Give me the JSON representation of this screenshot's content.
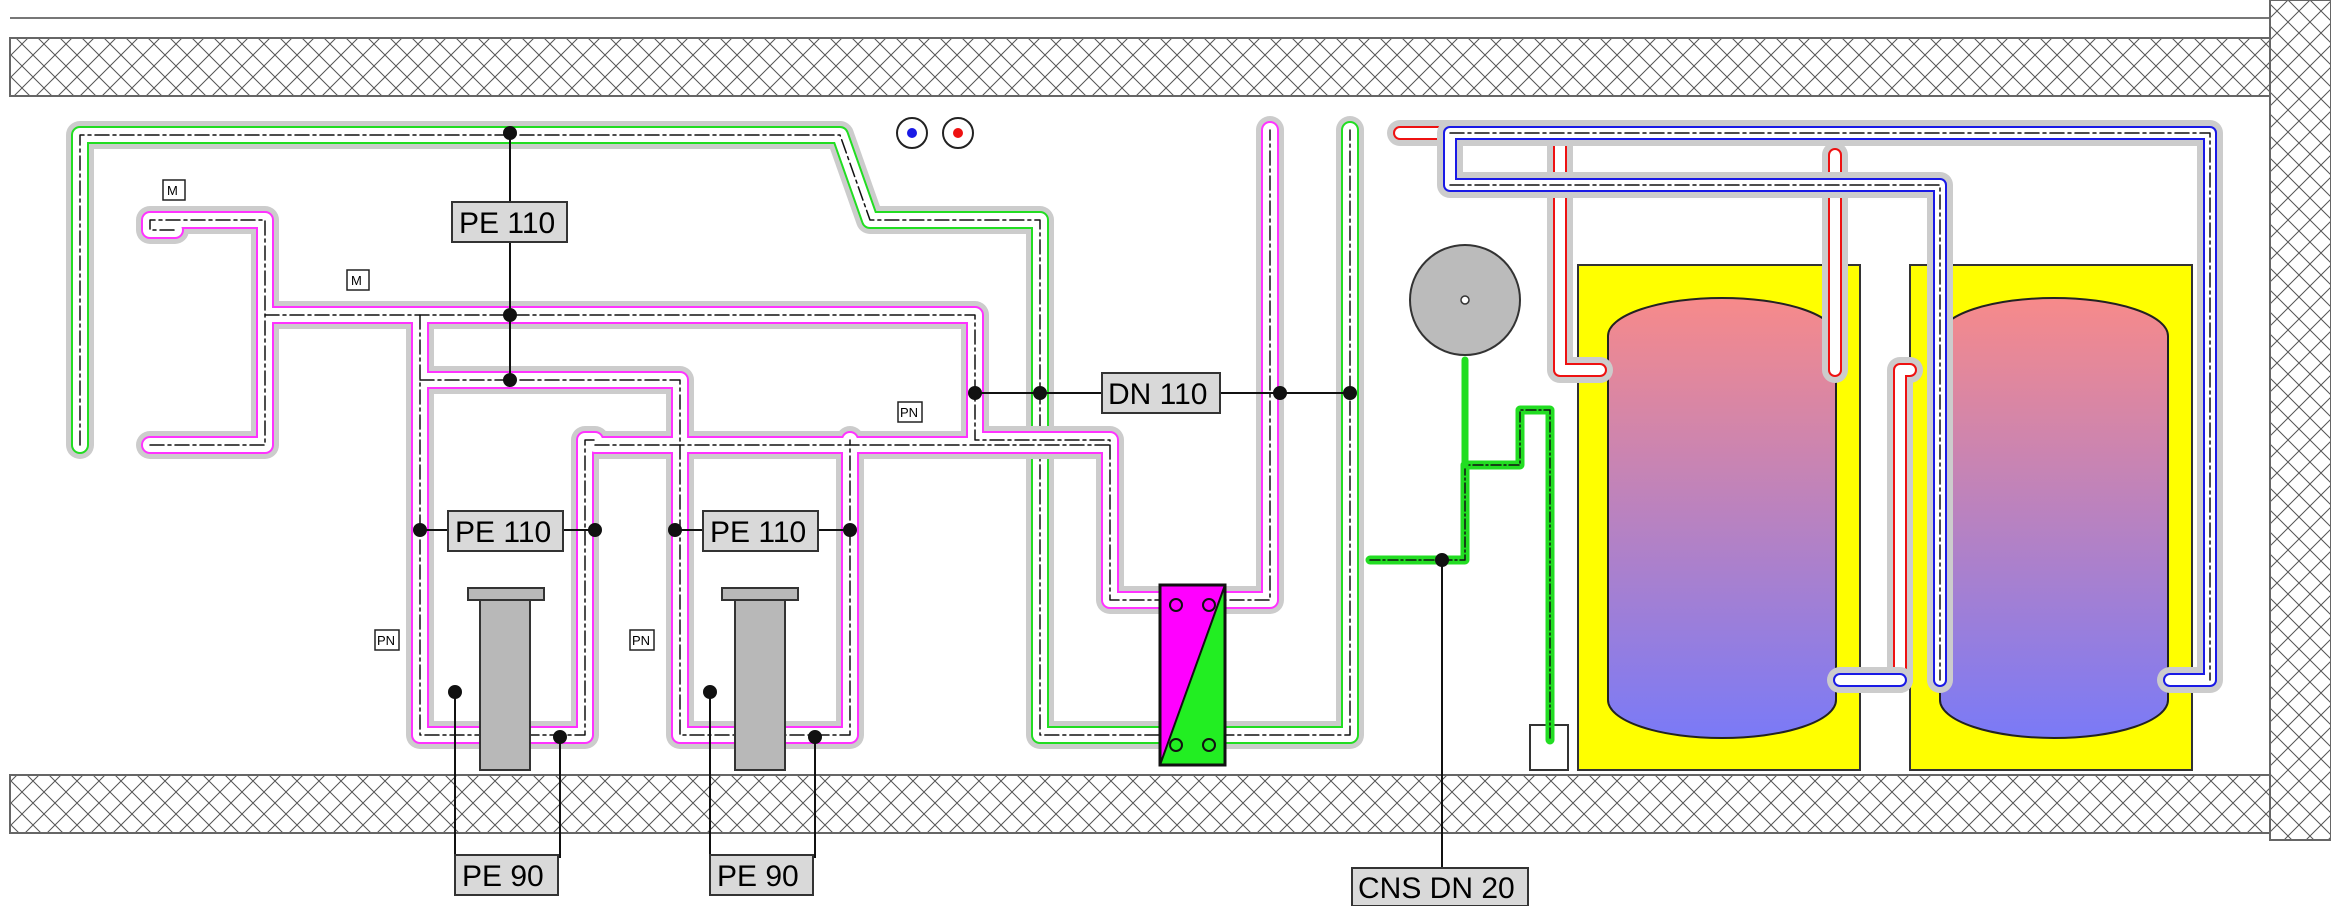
{
  "labels": {
    "pe110_top": "PE 110",
    "pe110_left": "PE 110",
    "pe110_mid": "PE 110",
    "dn110": "DN 110",
    "pe90_left": "PE 90",
    "pe90_right": "PE 90",
    "cns_dn20": "CNS DN 20"
  },
  "symbols": {
    "motor_tag": "M",
    "pressure_tag": "PN"
  },
  "colors": {
    "ground_pipe": "#22dd22",
    "glycol_pipe": "#ff33ff",
    "hot_water": "#ee1111",
    "cold_water": "#1a1ae6",
    "tank_backdrop": "#ffff00",
    "tank_top": "#f78a8a",
    "tank_bottom": "#7a7af7",
    "exchanger_magenta": "#ff00ff",
    "exchanger_green": "#22ee22",
    "equipment_grey": "#b8b8b8"
  }
}
